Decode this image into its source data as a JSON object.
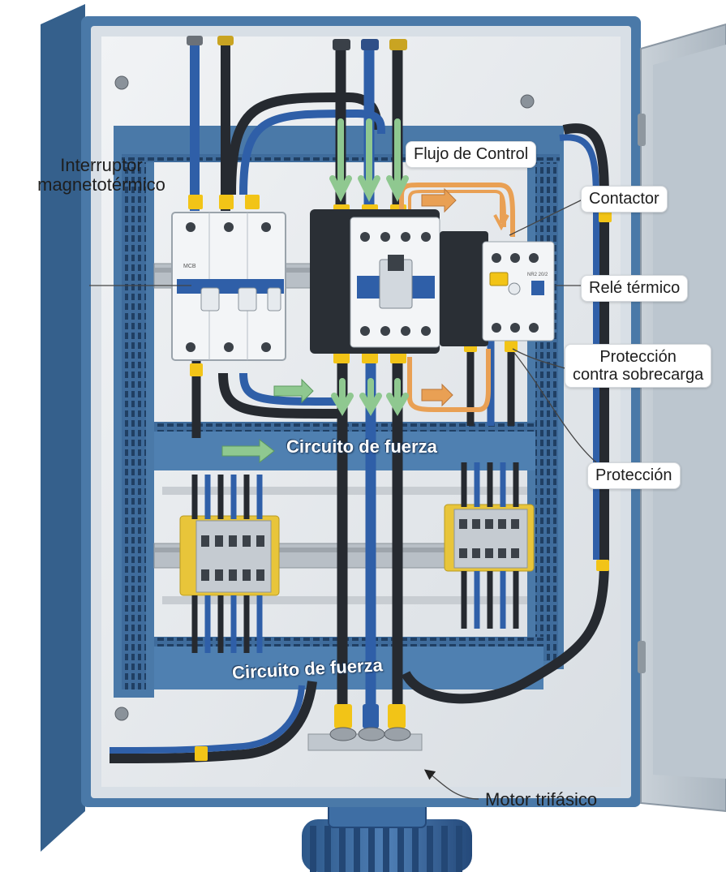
{
  "labels": {
    "breaker": [
      "Interruptor",
      "magnetotérmico"
    ],
    "control_flow": "Flujo de Control",
    "contactor": "Contactor",
    "thermal_relay": "Relé térmico",
    "overload": [
      "Protección",
      "contra sobrecarga"
    ],
    "protection": "Protección",
    "power_circuit_upper": "Circuito de fuerza",
    "power_circuit_lower": "Circuito de fuerza",
    "motor": "Motor trifásico"
  },
  "component_markings": {
    "breaker_text": "MCB",
    "relay_text": "NR2 20/2"
  },
  "colors": {
    "cabinet": "#4a79a8",
    "cabinet_dark": "#35608c",
    "cabinet_light": "#6f9bc6",
    "backplate": "#e4e8ec",
    "wire_blue": "#2f5fa8",
    "wire_black": "#262a30",
    "ferrule_yellow": "#f2c417",
    "control_orange": "#e9a054",
    "flow_green": "#8fc890",
    "terminal_yellow": "#e8c53a"
  }
}
